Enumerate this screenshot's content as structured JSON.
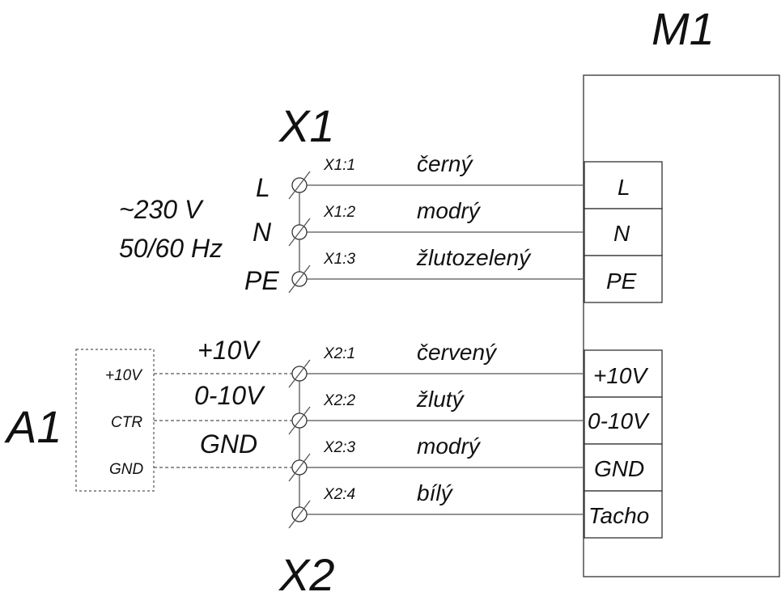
{
  "titles": {
    "motor": "M1",
    "x1": "X1",
    "x2": "X2",
    "a1": "A1"
  },
  "supply": {
    "voltage": "~230 V",
    "frequency": "50/60 Hz",
    "lines": [
      "L",
      "N",
      "PE"
    ]
  },
  "x1_terminals": [
    {
      "id": "X1:1",
      "color": "černý"
    },
    {
      "id": "X1:2",
      "color": "modrý"
    },
    {
      "id": "X1:3",
      "color": "žlutozelený"
    }
  ],
  "x2_terminals": [
    {
      "id": "X2:1",
      "color": "červený"
    },
    {
      "id": "X2:2",
      "color": "žlutý"
    },
    {
      "id": "X2:3",
      "color": "modrý"
    },
    {
      "id": "X2:4",
      "color": "bílý"
    }
  ],
  "control_signals": [
    "+10V",
    "0-10V",
    "GND"
  ],
  "a1_pins": [
    "+10V",
    "CTR",
    "GND"
  ],
  "motor_power_pins": [
    "L",
    "N",
    "PE"
  ],
  "motor_control_pins": [
    "+10V",
    "0-10V",
    "GND",
    "Tacho"
  ]
}
